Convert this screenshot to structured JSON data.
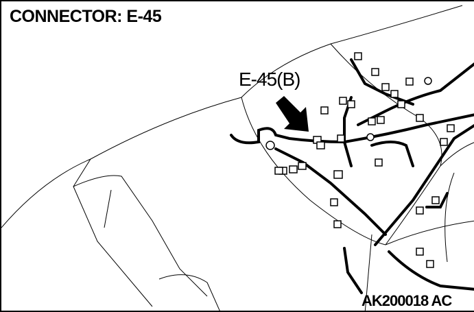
{
  "title": "CONNECTOR: E-45",
  "callout": "E-45(B)",
  "figure_code": "AK200018 AC"
}
